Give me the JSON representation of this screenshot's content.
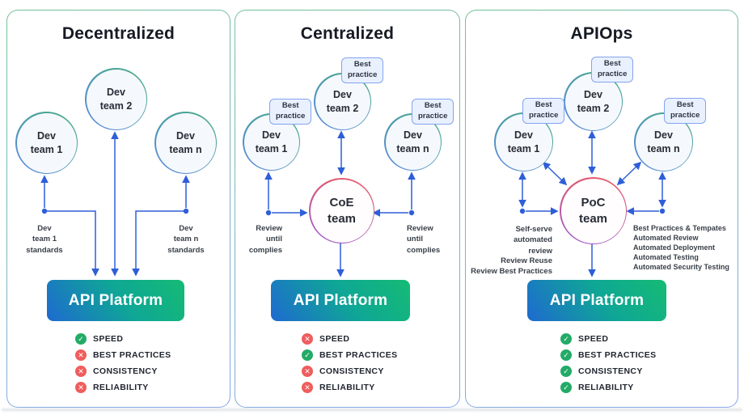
{
  "icons": {
    "pass": "✓",
    "fail": "✕"
  },
  "colors": {
    "arrow_blue": "#2e5ed8",
    "panel_border_top": "#72c296",
    "panel_border_bottom": "#86a5ee",
    "dev_circle_border_top": "#46ac82",
    "dev_circle_border_bottom": "#5b86e0",
    "hub_circle_border_top": "#ec5a62",
    "hub_circle_border_bottom": "#9a5ad0",
    "platform_gradient_start": "#1e6ad0",
    "platform_gradient_end": "#15bb74",
    "status_pass_green": "#22ab67",
    "status_fail_red": "#ef5d5d",
    "badge_fill": "#eaf1fe",
    "badge_border": "#84a4f0"
  },
  "panels": [
    {
      "title": "Decentralized",
      "teams": [
        [
          "Dev",
          "team 1"
        ],
        [
          "Dev",
          "team 2"
        ],
        [
          "Dev",
          "team n"
        ]
      ],
      "left_note": [
        "Dev",
        "team 1",
        "standards"
      ],
      "right_note": [
        "Dev",
        "team n",
        "standards"
      ],
      "platform_label": "API Platform",
      "checklist": [
        {
          "label": "SPEED",
          "status": "pass"
        },
        {
          "label": "BEST PRACTICES",
          "status": "fail"
        },
        {
          "label": "CONSISTENCY",
          "status": "fail"
        },
        {
          "label": "RELIABILITY",
          "status": "fail"
        }
      ]
    },
    {
      "title": "Centralized",
      "teams": [
        [
          "Dev",
          "team 1"
        ],
        [
          "Dev",
          "team 2"
        ],
        [
          "Dev",
          "team n"
        ]
      ],
      "badge": [
        "Best",
        "practice"
      ],
      "hub": [
        "CoE",
        "team"
      ],
      "left_note": [
        "Review",
        "until",
        "complies"
      ],
      "right_note": [
        "Review",
        "until",
        "complies"
      ],
      "platform_label": "API Platform",
      "checklist": [
        {
          "label": "SPEED",
          "status": "fail"
        },
        {
          "label": "BEST PRACTICES",
          "status": "pass"
        },
        {
          "label": "CONSISTENCY",
          "status": "fail"
        },
        {
          "label": "RELIABILITY",
          "status": "fail"
        }
      ]
    },
    {
      "title": "APIOps",
      "teams": [
        [
          "Dev",
          "team 1"
        ],
        [
          "Dev",
          "team 2"
        ],
        [
          "Dev",
          "team n"
        ]
      ],
      "badge": [
        "Best",
        "practice"
      ],
      "hub": [
        "PoC",
        "team"
      ],
      "left_note_top": [
        "Self-serve",
        "automated",
        "review"
      ],
      "left_note_bottom": [
        "Review Reuse",
        "Review Best Practices"
      ],
      "right_note": [
        "Best Practices & Tempates",
        "Automated Review",
        "Automated Deployment",
        "Automated Testing",
        "Automated Security Testing"
      ],
      "platform_label": "API Platform",
      "checklist": [
        {
          "label": "SPEED",
          "status": "pass"
        },
        {
          "label": "BEST PRACTICES",
          "status": "pass"
        },
        {
          "label": "CONSISTENCY",
          "status": "pass"
        },
        {
          "label": "RELIABILITY",
          "status": "pass"
        }
      ]
    }
  ]
}
